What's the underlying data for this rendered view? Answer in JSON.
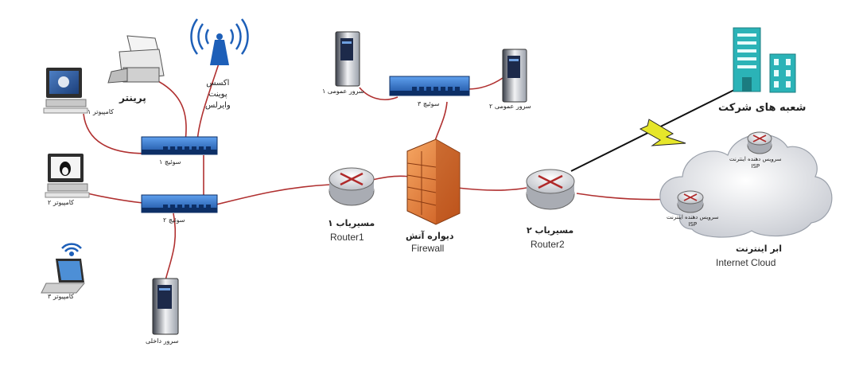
{
  "colors": {
    "link": "#b03030",
    "switch": "#1d5fb8",
    "router_arrow": "#b02a2a",
    "firewall": "#e07a2a",
    "cloud": "#e4e7ec",
    "building": "#2bb3b7",
    "lightning": "#e6e62a"
  },
  "icons": {
    "computer": "desktop-computer-icon",
    "laptop": "laptop-icon",
    "printer": "printer-icon",
    "access_point": "wireless-access-point-icon",
    "switch": "network-switch-icon",
    "server": "tower-server-icon",
    "router": "router-icon",
    "firewall": "firewall-icon",
    "cloud": "cloud-icon",
    "building": "office-building-icon",
    "lightning": "lightning-link-icon"
  },
  "labels": {
    "computer1": "کامپیوتر ۱",
    "computer2": "کامپیوتر ۲",
    "computer3": "کامپیوتر ۳",
    "printer": "پرینتر",
    "access_point_line1": "اکسس",
    "access_point_line2": "پوینت",
    "access_point_line3": "وایرلس",
    "switch1": "سوئیچ ۱",
    "switch2": "سوئیچ ۲",
    "switch3": "سوئیچ ۳",
    "internal_server": "سرور داخلی",
    "public_server1": "سرور عمومی ۱",
    "public_server2": "سرور عمومی ۲",
    "router1_fa": "مسیریاب ۱",
    "router1_en": "Router1",
    "firewall_fa": "دیواره آتش",
    "firewall_en": "Firewall",
    "router2_fa": "مسیریاب ۲",
    "router2_en": "Router2",
    "branch": "شعبه های شرکت",
    "isp_top": "سرویس دهنده اینترنت",
    "isp_top_abbr": "ISP",
    "isp_left": "سرویس دهنده اینترنت",
    "isp_left_abbr": "ISP",
    "cloud_fa": "ابر اینترنت",
    "cloud_en": "Internet Cloud"
  }
}
